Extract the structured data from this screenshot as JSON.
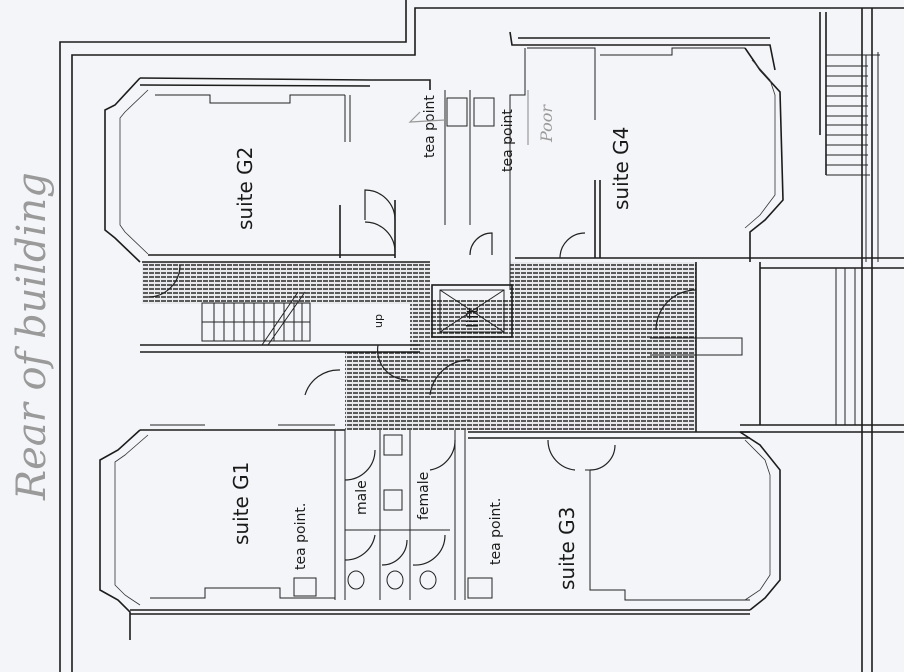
{
  "annotations": {
    "rear_of_building": "Rear of building",
    "poor": "Poor"
  },
  "rooms": {
    "suite_g1": "suite G1",
    "suite_g2": "suite G2",
    "suite_g3": "suite G3",
    "suite_g4": "suite G4"
  },
  "facilities": {
    "tea_point_g1": "tea point.",
    "tea_point_g3": "tea point.",
    "tea_point_g2": "tea point",
    "tea_point_g4": "tea point",
    "male_wc": "male",
    "female_wc": "female",
    "lift": "lift",
    "stair_up": "up"
  },
  "colors": {
    "paper": "#f4f5f8",
    "ink": "#1c1c1c",
    "pencil": "#9a9a9a",
    "hatch": "#2a2a2a"
  }
}
